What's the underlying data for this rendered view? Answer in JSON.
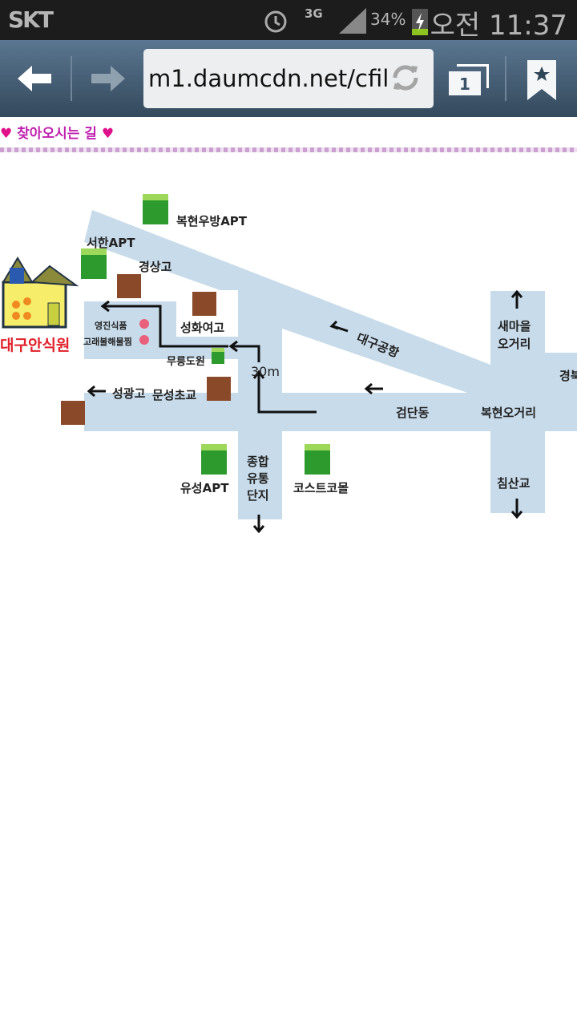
{
  "status_bar": {
    "carrier": "SKT",
    "network": "3G",
    "battery": "34%",
    "time": "오전 11:37"
  },
  "browser": {
    "url": "m1.daumcdn.net/cfil",
    "tab_count": "1"
  },
  "page": {
    "heading": "찾아오시는 길",
    "map_labels": {
      "bokhyeon_woobang": "복현우방APT",
      "seohan": "서한APT",
      "gyeongsang": "경상고",
      "destination": "대구안식원",
      "youngjin": "영진식품",
      "goraebul": "고래불해물찜",
      "seonghwa": "성화여고",
      "mureung": "무릉도원",
      "distance": "30m",
      "munseong": "문성초교",
      "seonggwang": "성광고",
      "airport": "대구공항",
      "geomdan": "검단동",
      "saemaeul": "새마을\n오거리",
      "bokhyeon_ogeori": "복현오거리",
      "gyeong": "경북",
      "chimsan": "침산교",
      "yuseong": "유성APT",
      "jonghap": "종합\n유통\n단지",
      "costco": "코스트코몰"
    }
  },
  "colors": {
    "road": "#c8dbea",
    "heading": "#c020b0",
    "destination": "#e0202a"
  }
}
